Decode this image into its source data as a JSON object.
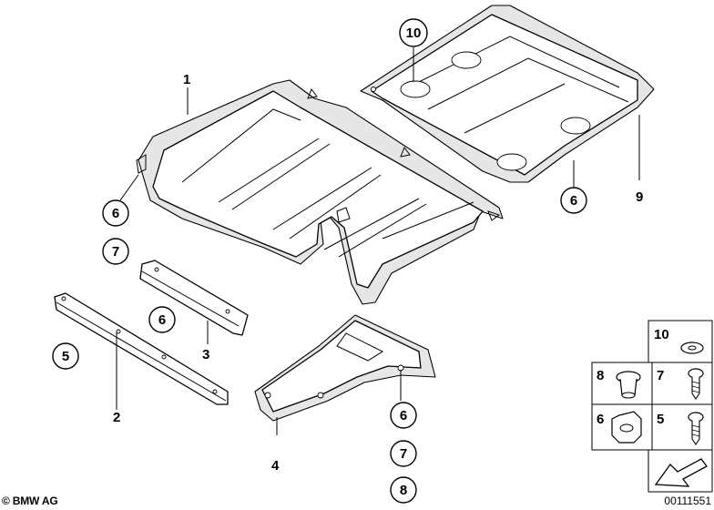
{
  "callouts": {
    "part_1": "1",
    "part_2": "2",
    "part_3": "3",
    "part_4": "4",
    "part_5": "5",
    "part_6": "6",
    "part_7": "7",
    "part_8": "8",
    "part_9": "9",
    "part_10": "10"
  },
  "legend": {
    "item_10": "10",
    "item_8": "8",
    "item_7": "7",
    "item_6": "6",
    "item_5": "5"
  },
  "footer": {
    "copyright": "© BMW AG",
    "diagram_number": "00111551"
  }
}
